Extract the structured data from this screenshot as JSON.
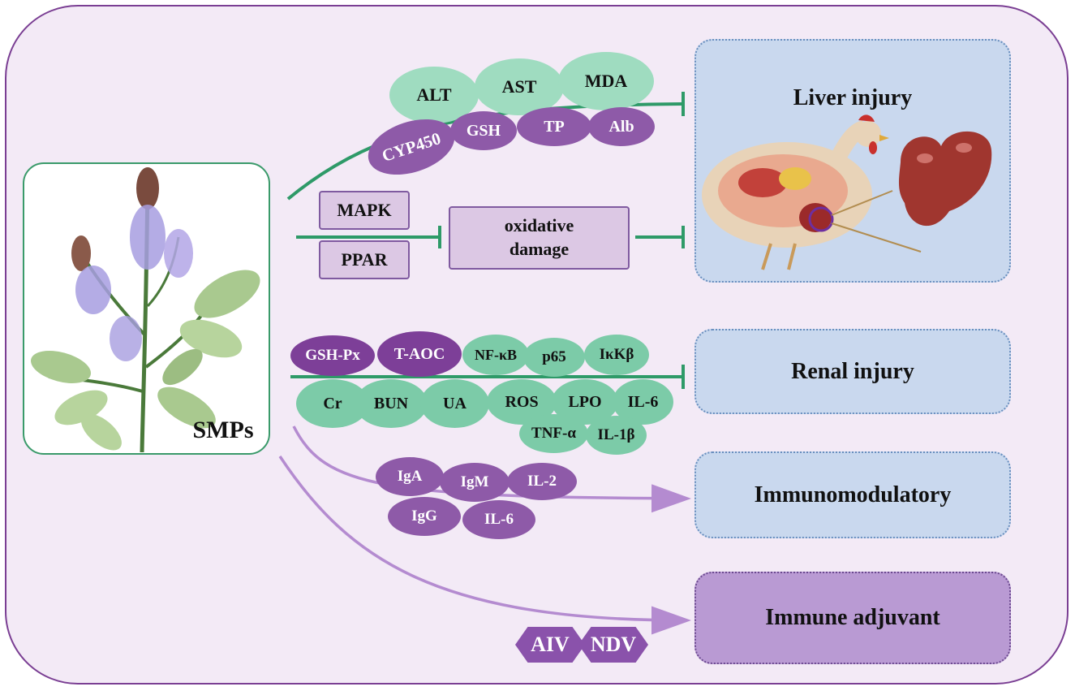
{
  "source": "SMPs",
  "liver": {
    "title": "Liver injury",
    "green": [
      "ALT",
      "AST",
      "MDA"
    ],
    "purple": [
      "CYP450",
      "GSH",
      "TP",
      "Alb"
    ]
  },
  "pathway": {
    "pathways": [
      "MAPK",
      "PPAR"
    ],
    "process": "oxidative damage"
  },
  "renal": {
    "title": "Renal injury",
    "top_purple": [
      "GSH-Px",
      "T-AOC"
    ],
    "top_green": [
      "NF-κB",
      "p65",
      "IκKβ"
    ],
    "bottom": [
      "Cr",
      "BUN",
      "UA",
      "ROS",
      "LPO",
      "IL-6",
      "TNF-α",
      "IL-1β"
    ]
  },
  "immuno": {
    "title": "Immunomodulatory",
    "markers": [
      "IgA",
      "IgM",
      "IL-2",
      "IgG",
      "IL-6"
    ]
  },
  "adjuvant": {
    "title": "Immune adjuvant",
    "viruses": [
      "AIV",
      "NDV"
    ]
  },
  "colors": {
    "frame": "#7a3e93",
    "background": "#f3eaf6",
    "green_marker": "#9fdcc0",
    "purple_marker": "#8e5aa8",
    "inhibit_line": "#2e9a68",
    "promote_line": "#b48bd0",
    "target_box": "#c9d8ee",
    "adjuvant_box": "#b99ad3"
  }
}
